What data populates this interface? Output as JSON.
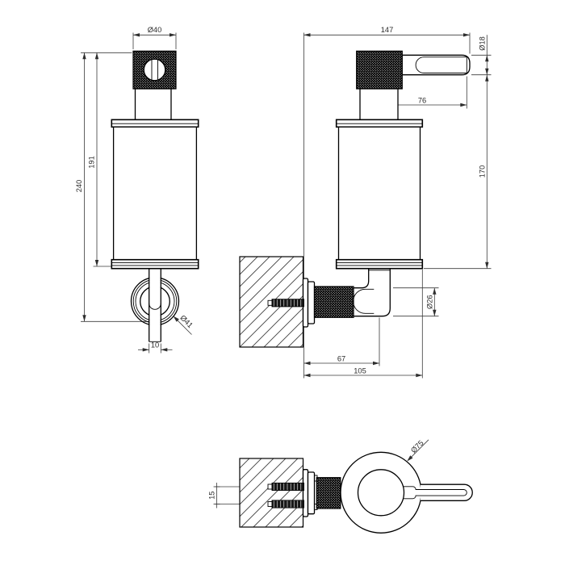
{
  "drawing": {
    "views": {
      "front": {
        "dims": {
          "cap_diameter": "Ø40",
          "overall_height": "240",
          "body_height": "191",
          "rosette_diameter": "Ø41",
          "spout_width": "10"
        }
      },
      "side": {
        "dims": {
          "overall_depth": "147",
          "lever_diameter": "Ø18",
          "lever_length": "76",
          "mount_height": "170",
          "arm_diameter": "Ø26",
          "wall_to_axis": "67",
          "wall_to_front": "105"
        }
      },
      "bottom": {
        "dims": {
          "ring_diameter": "Ø75",
          "screw_offset": "15"
        }
      }
    }
  }
}
